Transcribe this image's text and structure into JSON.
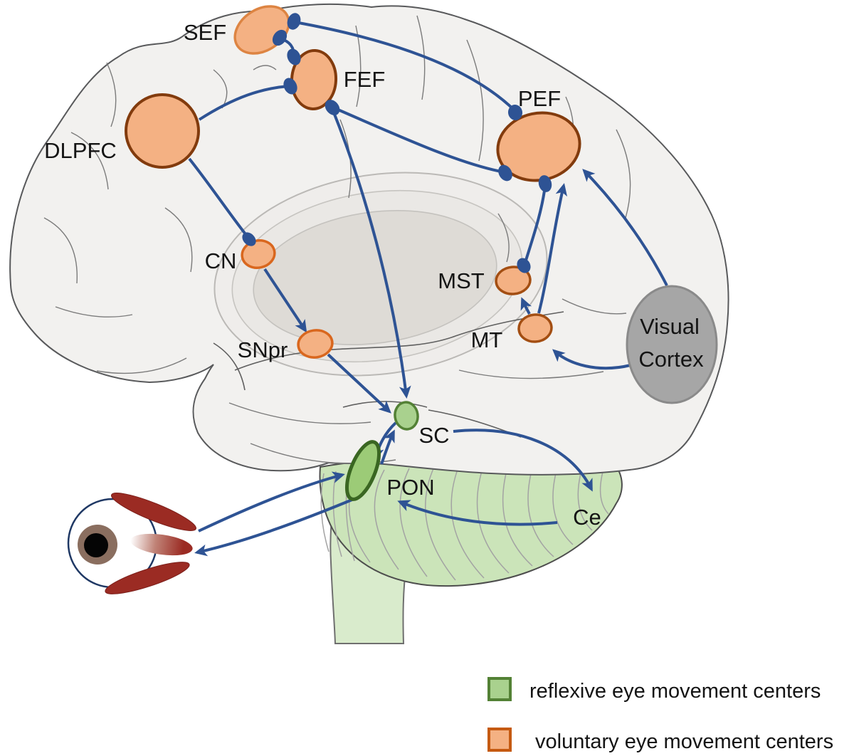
{
  "figure": {
    "description": "Sagittal brain diagram of eye movement control pathways with eye illustration",
    "labels": {
      "sef": "SEF",
      "fef": "FEF",
      "pef": "PEF",
      "dlpfc": "DLPFC",
      "cn": "CN",
      "snpr": "SNpr",
      "mst": "MST",
      "mt": "MT",
      "visual_line1": "Visual",
      "visual_line2": "Cortex",
      "sc": "SC",
      "pon": "PON",
      "ce": "Ce"
    },
    "legend": [
      {
        "label": "reflexive eye movement centers",
        "fill": "#A9D18E",
        "stroke": "#538135"
      },
      {
        "label": "voluntary eye movement centers",
        "fill": "#F4B183",
        "stroke": "#C55A11"
      }
    ],
    "colors": {
      "connection_blue": "#2E5394",
      "voluntary_fill": "#F4B183",
      "voluntary_stroke_dark": "#823B0D",
      "voluntary_stroke_light": "#D9671E",
      "reflexive_fill": "#A9D18E",
      "reflexive_stroke": "#538135",
      "pon_fill": "#9CCB77",
      "visual_cortex_fill": "#A6A6A6",
      "visual_cortex_stroke": "#8A8A8A",
      "cerebrum_fill": "#F2F1EF",
      "inner_ring_fill": "#EAE8E5",
      "inner_blob_fill": "#DEDBD6",
      "cerebellum_fill": "#CBE4B9",
      "brainstem_fill": "#D9EBCC",
      "eye_outline_navy": "#1F3864",
      "eye_muscle_red": "#9B2B23",
      "iris_brown": "#8A6E5F",
      "pupil_black": "#050505"
    },
    "connections": [
      {
        "from": "SEF",
        "to": "FEF",
        "style": "dot-terminals"
      },
      {
        "from": "SEF",
        "to": "PEF",
        "style": "dot-terminals"
      },
      {
        "from": "DLPFC",
        "to": "FEF",
        "style": "dot-terminals"
      },
      {
        "from": "DLPFC",
        "to": "CN",
        "style": "dot-terminal"
      },
      {
        "from": "FEF",
        "to": "PEF",
        "style": "dot-terminals"
      },
      {
        "from": "FEF",
        "to": "SC",
        "style": "arrow"
      },
      {
        "from": "CN",
        "to": "SNpr",
        "style": "arrow"
      },
      {
        "from": "SNpr",
        "to": "SC",
        "style": "arrow"
      },
      {
        "from": "MST",
        "to": "PEF",
        "style": "dot-terminals"
      },
      {
        "from": "MT",
        "to": "MST",
        "style": "arrow"
      },
      {
        "from": "MT",
        "to": "PEF",
        "style": "arrow"
      },
      {
        "from": "Visual Cortex",
        "to": "PEF",
        "style": "arrow"
      },
      {
        "from": "Visual Cortex",
        "to": "MT",
        "style": "arrow"
      },
      {
        "from": "SC",
        "to": "PON",
        "style": "arrow"
      },
      {
        "from": "PON",
        "to": "SC",
        "style": "arrow"
      },
      {
        "from": "SC",
        "to": "Ce",
        "style": "arrow"
      },
      {
        "from": "Ce",
        "to": "PON",
        "style": "arrow"
      },
      {
        "from": "Eye",
        "to": "PON",
        "style": "arrow"
      },
      {
        "from": "PON",
        "to": "Eye",
        "style": "arrow"
      }
    ]
  }
}
